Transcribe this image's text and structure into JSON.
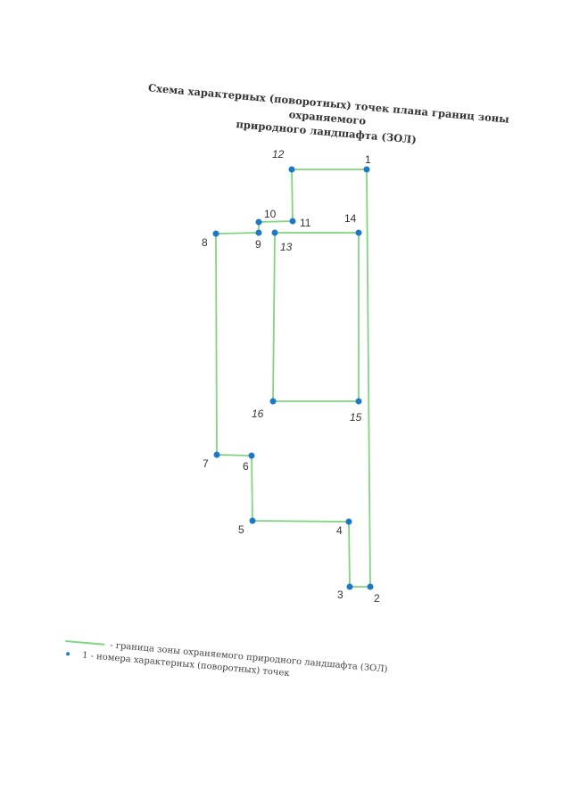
{
  "title_line1": "Схема характерных (поворотных) точек плана границ зоны охраняемого",
  "title_line2": "природного ландшафта (ЗОЛ)",
  "colors": {
    "boundary": "#7fd67f",
    "point": "#1e78c8"
  },
  "boundary_points": [
    {
      "id": "1"
    },
    {
      "id": "2"
    },
    {
      "id": "3"
    },
    {
      "id": "4"
    },
    {
      "id": "5"
    },
    {
      "id": "6"
    },
    {
      "id": "7"
    },
    {
      "id": "8"
    },
    {
      "id": "9"
    },
    {
      "id": "10"
    },
    {
      "id": "11"
    },
    {
      "id": "12"
    }
  ],
  "inner_points": [
    {
      "id": "13"
    },
    {
      "id": "14"
    },
    {
      "id": "15"
    },
    {
      "id": "16"
    }
  ],
  "legend": {
    "line_text": "- граница зоны охраняемого природного ландшафта (ЗОЛ)",
    "point_text": "1 - номера характерных (поворотных) точек"
  }
}
